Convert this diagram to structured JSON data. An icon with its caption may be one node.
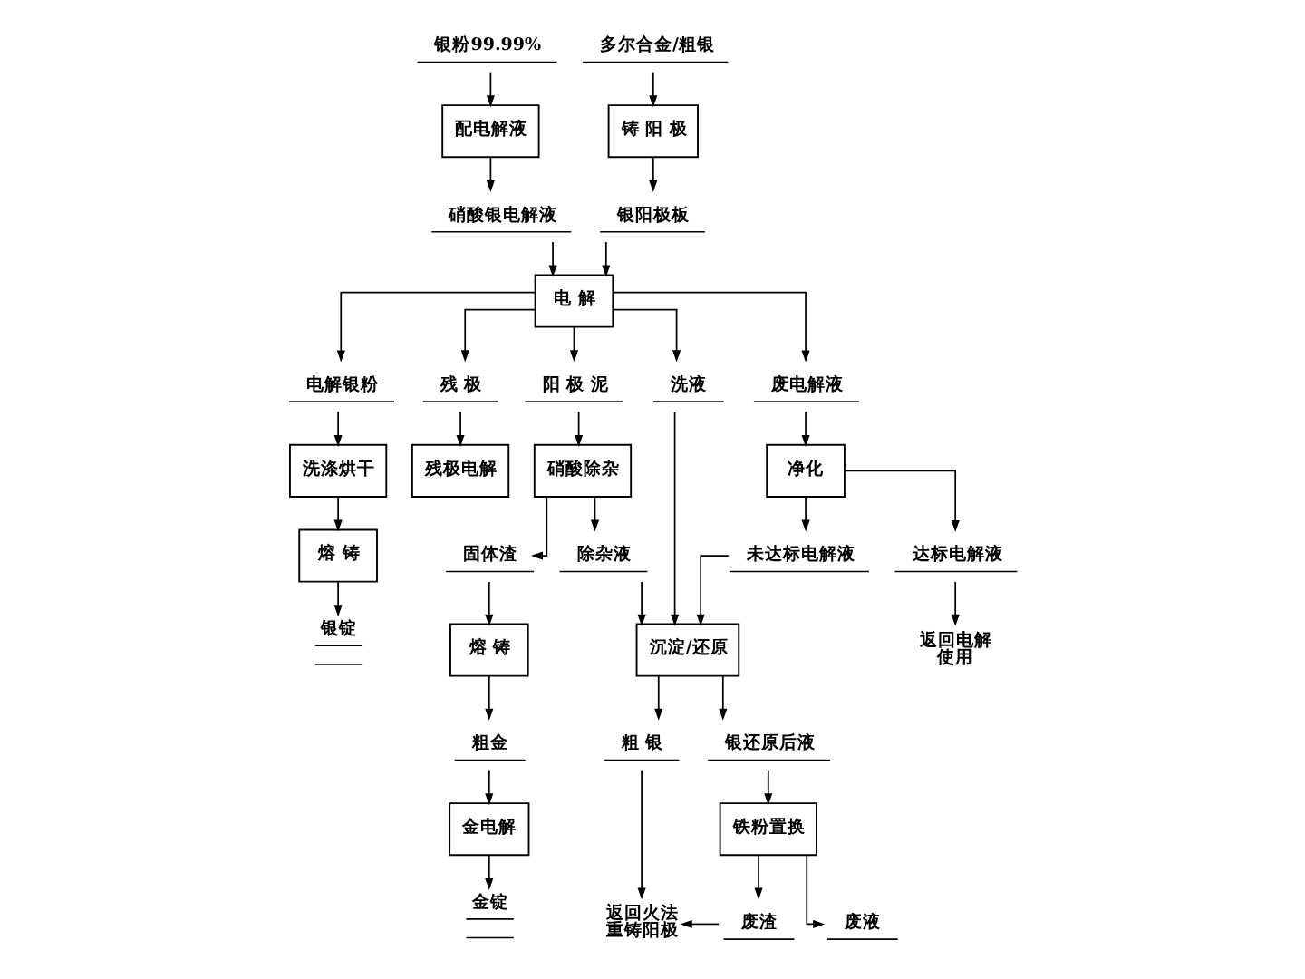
{
  "diagram": {
    "nodes": [
      {
        "text": [
          "银粉99.99%"
        ]
      },
      {
        "text": [
          "多尔合金/粗银"
        ]
      },
      {
        "text": [
          "配电解液"
        ]
      },
      {
        "text": [
          "铸 阳 极"
        ]
      },
      {
        "text": [
          "硝酸银电解液"
        ]
      },
      {
        "text": [
          "银阳极板"
        ]
      },
      {
        "text": [
          "电 解"
        ]
      },
      {
        "text": [
          "电解银粉"
        ]
      },
      {
        "text": [
          "残 极"
        ]
      },
      {
        "text": [
          "阳 极 泥"
        ]
      },
      {
        "text": [
          "洗液"
        ]
      },
      {
        "text": [
          "废电解液"
        ]
      },
      {
        "text": [
          "洗涤烘干"
        ]
      },
      {
        "text": [
          "残极电解"
        ]
      },
      {
        "text": [
          "硝酸除杂"
        ]
      },
      {
        "text": [
          "净化"
        ]
      },
      {
        "text": [
          "熔 铸"
        ]
      },
      {
        "text": [
          "固体渣"
        ]
      },
      {
        "text": [
          "除杂液"
        ]
      },
      {
        "text": [
          "未达标电解液"
        ]
      },
      {
        "text": [
          "达标电解液"
        ]
      },
      {
        "text": [
          "银锭"
        ]
      },
      {
        "text": [
          "熔 铸"
        ]
      },
      {
        "text": [
          "沉淀/还原"
        ]
      },
      {
        "text": [
          "返回电解使用"
        ]
      },
      {
        "text": [
          "粗金"
        ]
      },
      {
        "text": [
          "粗 银"
        ]
      },
      {
        "text": [
          "银还原后液"
        ]
      },
      {
        "text": [
          "金电解"
        ]
      },
      {
        "text": [
          "铁粉置换"
        ]
      },
      {
        "text": [
          "金锭"
        ]
      },
      {
        "text": [
          "返回火法重铸阳极"
        ]
      },
      {
        "text": [
          "废渣"
        ]
      },
      {
        "text": [
          "废液"
        ]
      }
    ],
    "edges": [
      {
        "from": 0,
        "to": 2,
        "arrow": "to"
      },
      {
        "from": 1,
        "to": 3,
        "arrow": "to"
      },
      {
        "from": 2,
        "to": 4,
        "arrow": "to"
      },
      {
        "from": 3,
        "to": 5,
        "arrow": "to"
      },
      {
        "from": 4,
        "to": 6,
        "arrow": "to"
      },
      {
        "from": 5,
        "to": 6,
        "arrow": "to"
      },
      {
        "from": 6,
        "to": 7,
        "arrow": "to"
      },
      {
        "from": 6,
        "to": 8,
        "arrow": "to"
      },
      {
        "from": 6,
        "to": 9,
        "arrow": "to"
      },
      {
        "from": 6,
        "to": 10,
        "arrow": "to"
      },
      {
        "from": 6,
        "to": 11,
        "arrow": "to"
      },
      {
        "from": 7,
        "to": 12,
        "arrow": "to"
      },
      {
        "from": 12,
        "to": 16,
        "arrow": "to"
      },
      {
        "from": 16,
        "to": 21,
        "arrow": "to"
      },
      {
        "from": 8,
        "to": 13,
        "arrow": "to"
      },
      {
        "from": 9,
        "to": 14,
        "arrow": "to"
      },
      {
        "from": 14,
        "to": 17,
        "arrow": "to"
      },
      {
        "from": 14,
        "to": 18,
        "arrow": "to"
      },
      {
        "from": 18,
        "to": 23,
        "arrow": "to"
      },
      {
        "from": 10,
        "to": 23,
        "arrow": "to"
      },
      {
        "from": 19,
        "to": 23,
        "arrow": "to"
      },
      {
        "from": 11,
        "to": 15,
        "arrow": "to"
      },
      {
        "from": 15,
        "to": 19,
        "arrow": "to"
      },
      {
        "from": 15,
        "to": 20,
        "arrow": "to"
      },
      {
        "from": 20,
        "to": 24,
        "arrow": "to"
      },
      {
        "from": 17,
        "to": 22,
        "arrow": "to"
      },
      {
        "from": 22,
        "to": 25,
        "arrow": "to"
      },
      {
        "from": 25,
        "to": 28,
        "arrow": "to"
      },
      {
        "from": 28,
        "to": 30,
        "arrow": "to"
      },
      {
        "from": 23,
        "to": 26,
        "arrow": "to"
      },
      {
        "from": 23,
        "to": 27,
        "arrow": "to"
      },
      {
        "from": 26,
        "to": 31,
        "arrow": "to"
      },
      {
        "from": 27,
        "to": 29,
        "arrow": "to"
      },
      {
        "from": 29,
        "to": 32,
        "arrow": "to"
      },
      {
        "from": 29,
        "to": 33,
        "arrow": "to"
      },
      {
        "from": 32,
        "to": 31,
        "arrow": "to"
      }
    ]
  }
}
